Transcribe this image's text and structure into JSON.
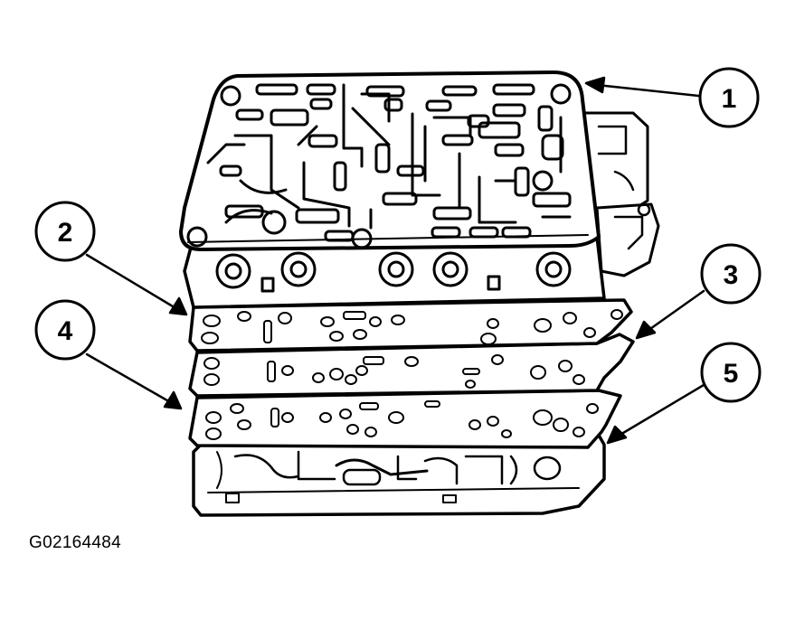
{
  "callouts": [
    {
      "id": "callout-1",
      "label": "1"
    },
    {
      "id": "callout-2",
      "label": "2"
    },
    {
      "id": "callout-3",
      "label": "3"
    },
    {
      "id": "callout-4",
      "label": "4"
    },
    {
      "id": "callout-5",
      "label": "5"
    }
  ],
  "figure_code": "G02164484",
  "colors": {
    "ink": "#000000",
    "paper": "#ffffff"
  }
}
